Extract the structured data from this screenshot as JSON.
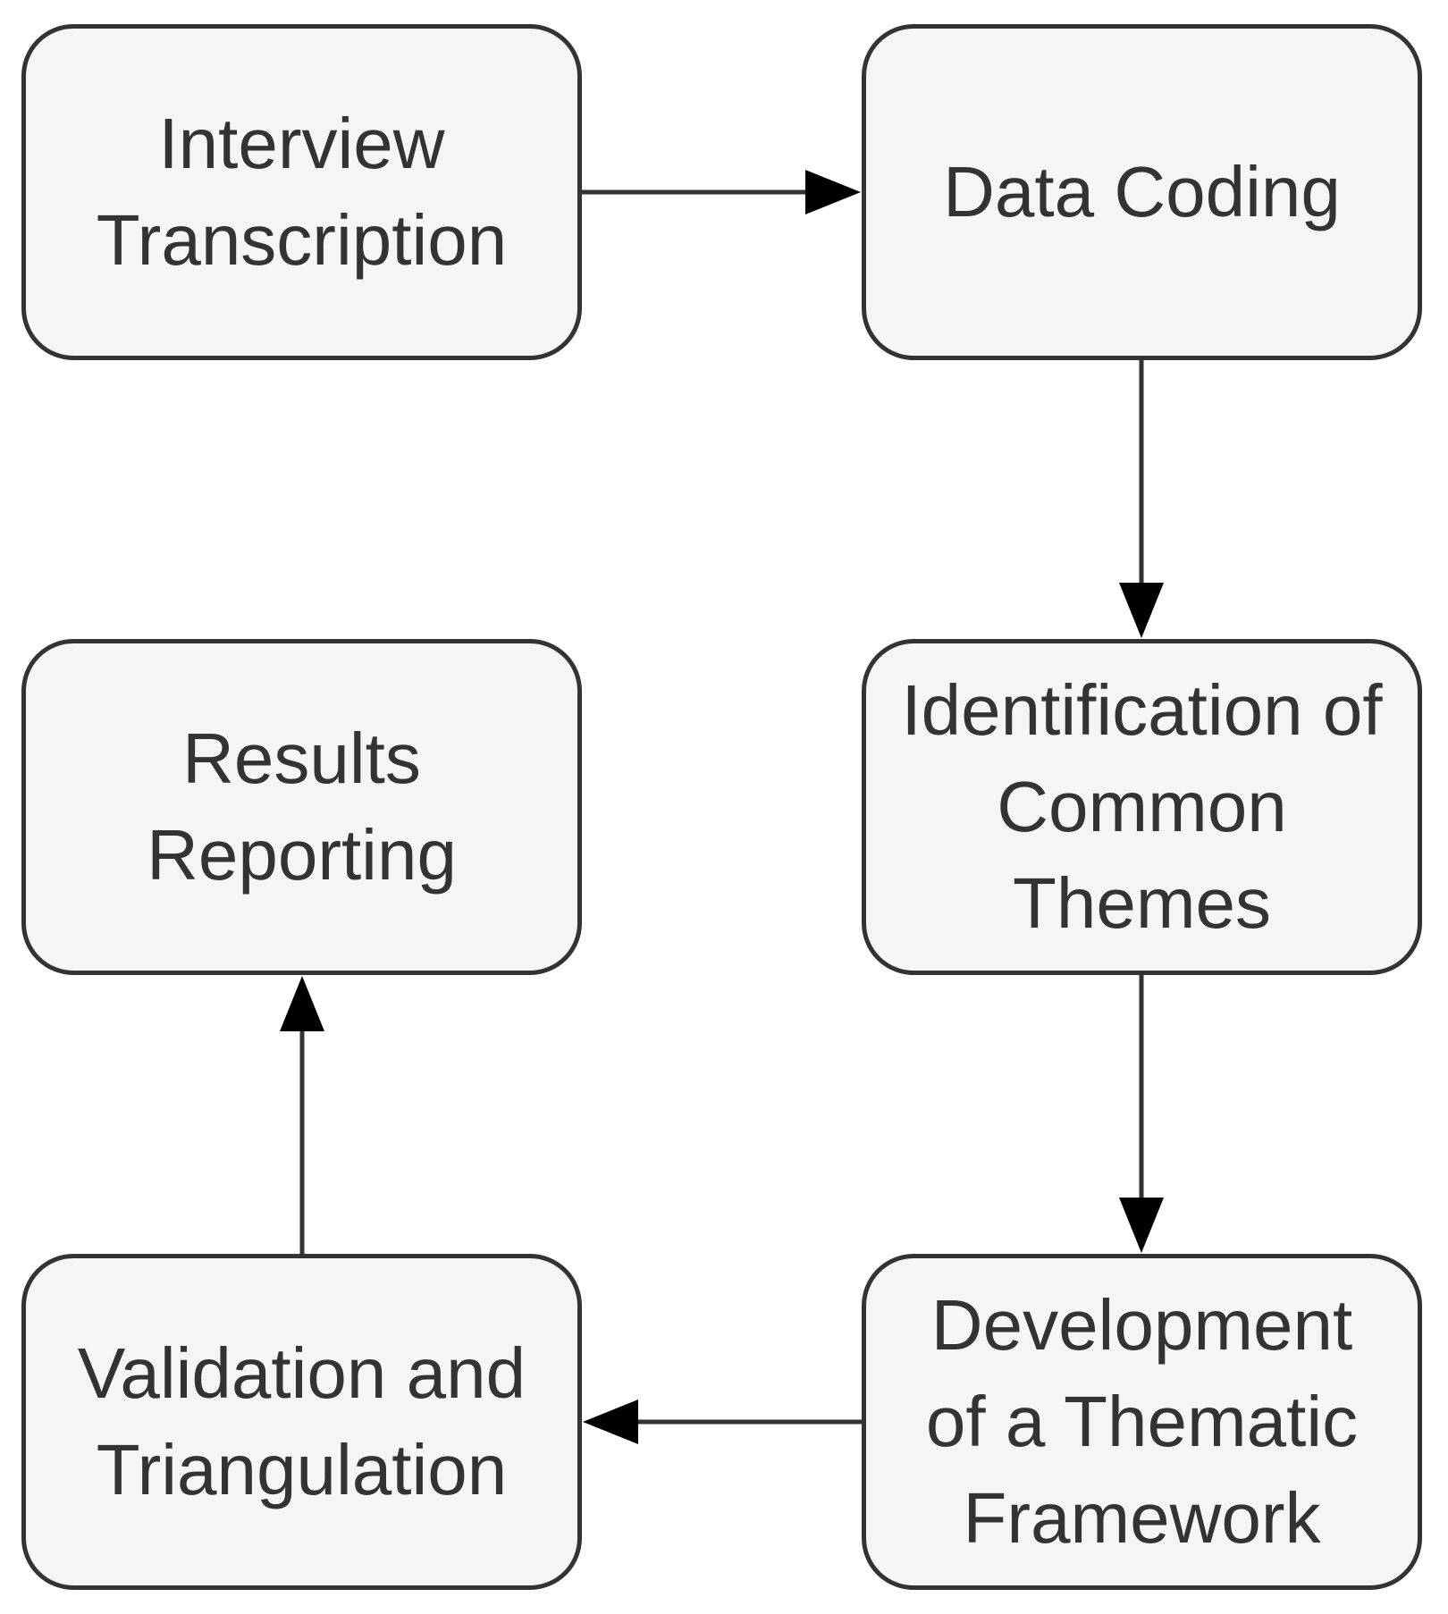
{
  "colors": {
    "node_fill": "#f5f5f5",
    "node_stroke": "#333333",
    "text": "#333333",
    "edge": "#333333"
  },
  "nodes": [
    {
      "id": "interview",
      "label": "Interview\nTranscription"
    },
    {
      "id": "coding",
      "label": "Data Coding"
    },
    {
      "id": "themes",
      "label": "Identification of\nCommon\nThemes"
    },
    {
      "id": "framework",
      "label": "Development\nof a Thematic\nFramework"
    },
    {
      "id": "validation",
      "label": "Validation and\nTriangulation"
    },
    {
      "id": "results",
      "label": "Results\nReporting"
    }
  ],
  "edges": [
    {
      "from": "interview",
      "to": "coding"
    },
    {
      "from": "coding",
      "to": "themes"
    },
    {
      "from": "themes",
      "to": "framework"
    },
    {
      "from": "framework",
      "to": "validation"
    },
    {
      "from": "validation",
      "to": "results"
    }
  ]
}
